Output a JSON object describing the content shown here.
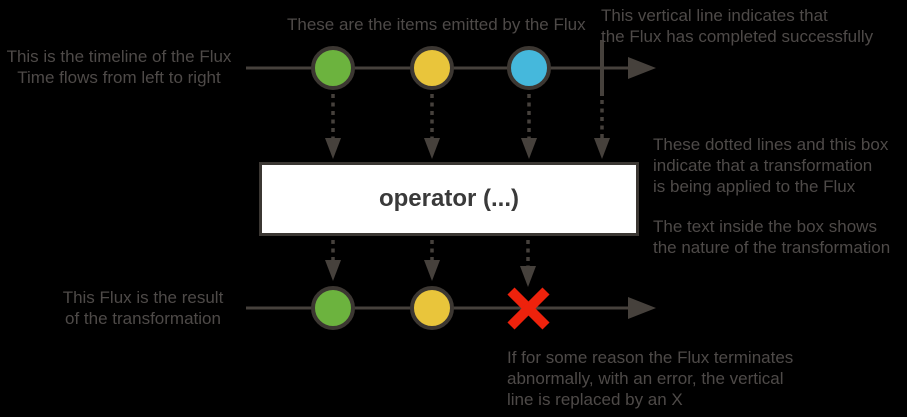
{
  "diagram": {
    "kind": "flux-marble-diagram",
    "operator_label": "operator (...)",
    "annotations": {
      "timeline": "This is the timeline of the Flux\nTime flows from left to right",
      "items": "These are the items emitted by the Flux",
      "complete": "This vertical line indicates that\nthe Flux has completed successfully",
      "transform": "These dotted lines and this box\nindicate that a transformation\nis being applied to the Flux",
      "box_text": "The text inside the box shows\nthe nature of the transformation",
      "result": "This Flux is the result\nof the transformation",
      "error": "If for some reason the Flux terminates\nabnormally, with an error, the vertical\nline is replaced by an X"
    },
    "source_flux_marbles": [
      "green",
      "yellow",
      "blue"
    ],
    "source_flux_terminal": "complete",
    "result_flux_marbles": [
      "green",
      "yellow"
    ],
    "result_flux_terminal": "error-x"
  },
  "colors": {
    "background": "#000000",
    "line": "#46413c",
    "text": "#4e4a48",
    "green": "#6cb33e",
    "yellow": "#e9c53b",
    "blue": "#45b8dc",
    "red": "#ee220c",
    "marble_stroke": "#3c3732",
    "box_bg": "#ffffff",
    "box_border": "#3b3733",
    "box_text": "#3a3a3a"
  }
}
